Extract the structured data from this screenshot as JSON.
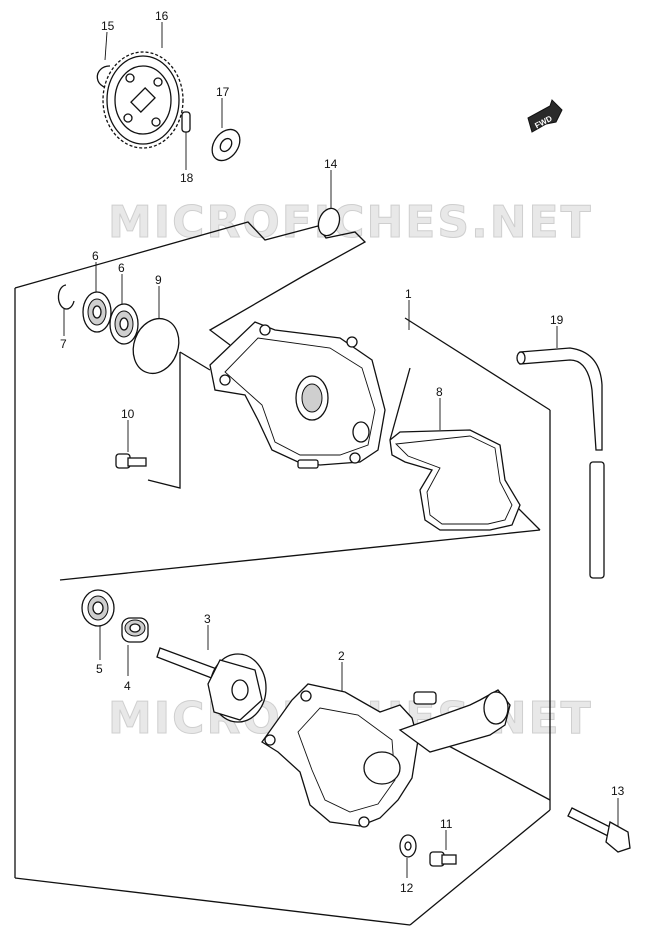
{
  "watermark": {
    "text": "MICROFICHES.NET"
  },
  "fwd_badge": {
    "text": "FWD"
  },
  "callouts": {
    "c1": "1",
    "c2": "2",
    "c3": "3",
    "c4": "4",
    "c5": "5",
    "c6a": "6",
    "c6b": "6",
    "c7": "7",
    "c8": "8",
    "c9": "9",
    "c10": "10",
    "c11": "11",
    "c12": "12",
    "c13": "13",
    "c14": "14",
    "c15": "15",
    "c16": "16",
    "c17": "17",
    "c18": "18",
    "c19": "19"
  }
}
